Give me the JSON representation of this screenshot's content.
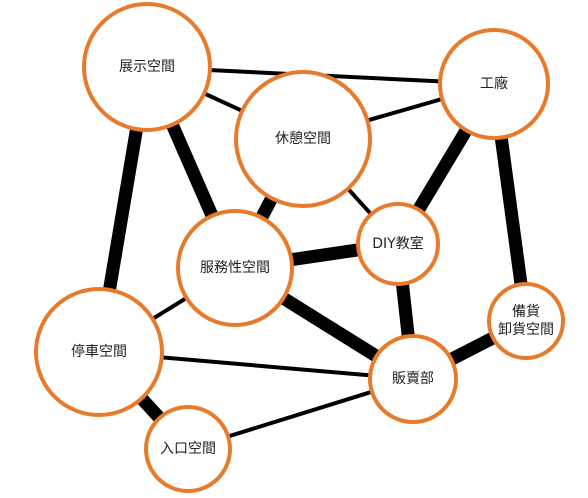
{
  "nodes": [
    {
      "id": "exhibit",
      "lines": [
        "展示空間"
      ]
    },
    {
      "id": "factory",
      "lines": [
        "工廠"
      ]
    },
    {
      "id": "rest",
      "lines": [
        "休憩空間"
      ]
    },
    {
      "id": "service",
      "lines": [
        "服務性空間"
      ]
    },
    {
      "id": "diy",
      "lines": [
        "DIY教室"
      ]
    },
    {
      "id": "storage",
      "lines": [
        "備貨",
        "卸貨空間"
      ]
    },
    {
      "id": "parking",
      "lines": [
        "停車空間"
      ]
    },
    {
      "id": "shop",
      "lines": [
        "販賣部"
      ]
    },
    {
      "id": "entrance",
      "lines": [
        "入口空間"
      ]
    }
  ],
  "edges": [
    {
      "from": "exhibit",
      "to": "factory",
      "weight": "thin"
    },
    {
      "from": "exhibit",
      "to": "rest",
      "weight": "thin"
    },
    {
      "from": "exhibit",
      "to": "service",
      "weight": "thick"
    },
    {
      "from": "exhibit",
      "to": "parking",
      "weight": "thick"
    },
    {
      "from": "factory",
      "to": "rest",
      "weight": "thin"
    },
    {
      "from": "factory",
      "to": "diy",
      "weight": "thick"
    },
    {
      "from": "factory",
      "to": "storage",
      "weight": "thick"
    },
    {
      "from": "rest",
      "to": "service",
      "weight": "thick"
    },
    {
      "from": "rest",
      "to": "diy",
      "weight": "thin"
    },
    {
      "from": "service",
      "to": "diy",
      "weight": "thick"
    },
    {
      "from": "service",
      "to": "parking",
      "weight": "thin"
    },
    {
      "from": "service",
      "to": "shop",
      "weight": "thick"
    },
    {
      "from": "diy",
      "to": "shop",
      "weight": "thick"
    },
    {
      "from": "storage",
      "to": "shop",
      "weight": "thick"
    },
    {
      "from": "parking",
      "to": "shop",
      "weight": "thin"
    },
    {
      "from": "parking",
      "to": "entrance",
      "weight": "thick"
    },
    {
      "from": "entrance",
      "to": "shop",
      "weight": "thin"
    }
  ],
  "colors": {
    "node_stroke": "#e87a2c",
    "node_fill": "#ffffff",
    "edge": "#000000",
    "label": "#222222"
  }
}
